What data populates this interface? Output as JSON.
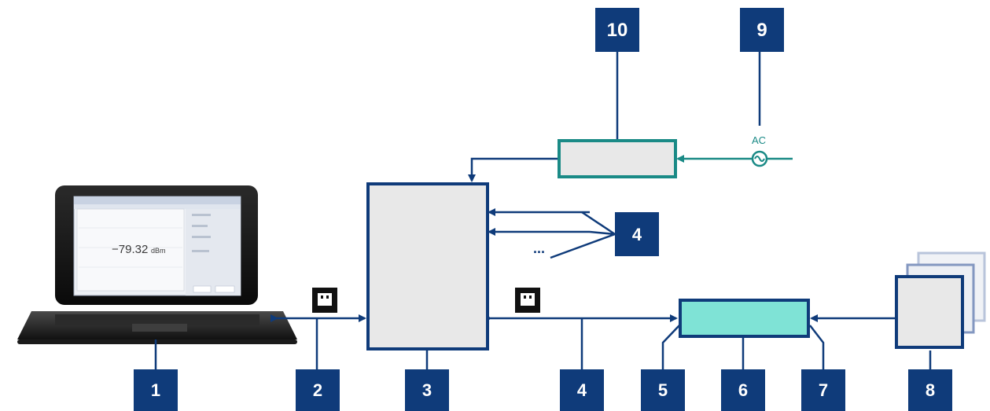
{
  "labels": {
    "l1": "1",
    "l2": "2",
    "l3": "3",
    "l4a": "4",
    "l4b": "4",
    "l5": "5",
    "l6": "6",
    "l7": "7",
    "l8": "8",
    "l9": "9",
    "l10": "10"
  },
  "ac_label": "AC",
  "ellipsis": "...",
  "laptop_screen": {
    "value": "−79.32",
    "unit": "dBm"
  },
  "colors": {
    "navy": "#0f3b7a",
    "teal": "#1a8a86",
    "box_fill": "#e8e8e8",
    "cyan_fill": "#7fe3d6"
  }
}
